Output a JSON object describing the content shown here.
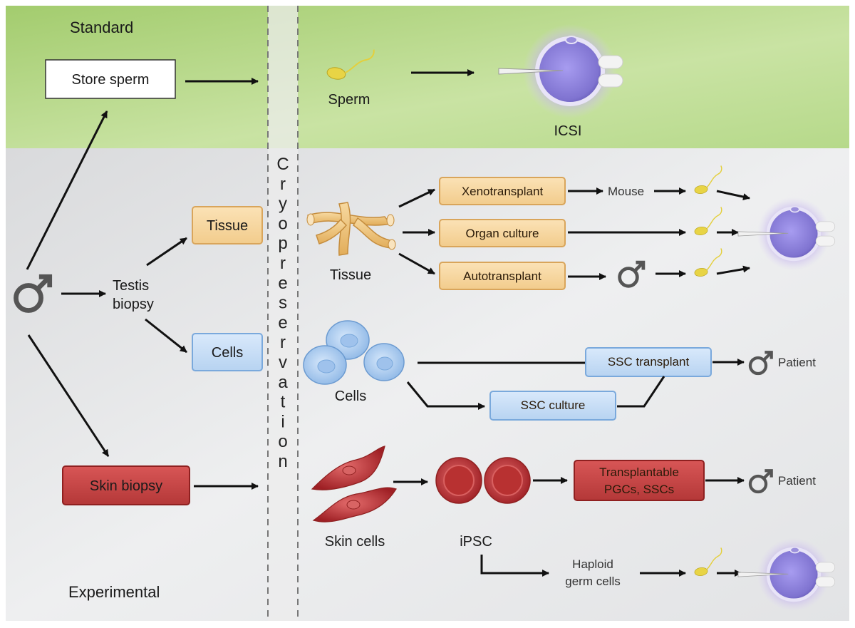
{
  "panels": {
    "standard": "Standard",
    "experimental": "Experimental"
  },
  "cryopreservation": [
    "C",
    "r",
    "y",
    "o",
    "p",
    "r",
    "e",
    "s",
    "e",
    "r",
    "v",
    "a",
    "t",
    "i",
    "o",
    "n"
  ],
  "standard_row": {
    "store_sperm": "Store sperm",
    "sperm": "Sperm",
    "icsi": "ICSI"
  },
  "sources": {
    "testis_biopsy_line1": "Testis",
    "testis_biopsy_line2": "biopsy",
    "tissue_box": "Tissue",
    "cells_box": "Cells",
    "skin_biopsy_box": "Skin biopsy"
  },
  "tissue_row": {
    "tissue_label": "Tissue",
    "xenotransplant": "Xenotransplant",
    "mouse": "Mouse",
    "organ_culture": "Organ culture",
    "autotransplant": "Autotransplant"
  },
  "cells_row": {
    "cells_label": "Cells",
    "ssc_transplant": "SSC transplant",
    "ssc_culture": "SSC culture",
    "patient": "Patient"
  },
  "skin_row": {
    "skin_cells": "Skin cells",
    "ipsc": "iPSC",
    "transplantable_line1": "Transplantable",
    "transplantable_line2": "PGCs, SSCs",
    "patient": "Patient",
    "haploid_line1": "Haploid",
    "haploid_line2": "germ cells"
  },
  "colors": {
    "standard_bg": "#a9d178",
    "experimental_bg": "#e4e5e7",
    "tissue_fill": "#f6d9a8",
    "tissue_stroke": "#d9a55b",
    "cells_fill": "#c8def5",
    "cells_stroke": "#7aa9dc",
    "skin_fill": "#c94545",
    "skin_stroke": "#8f2020",
    "oocyte": "#8f82d6",
    "sperm": "#e9d54a"
  }
}
